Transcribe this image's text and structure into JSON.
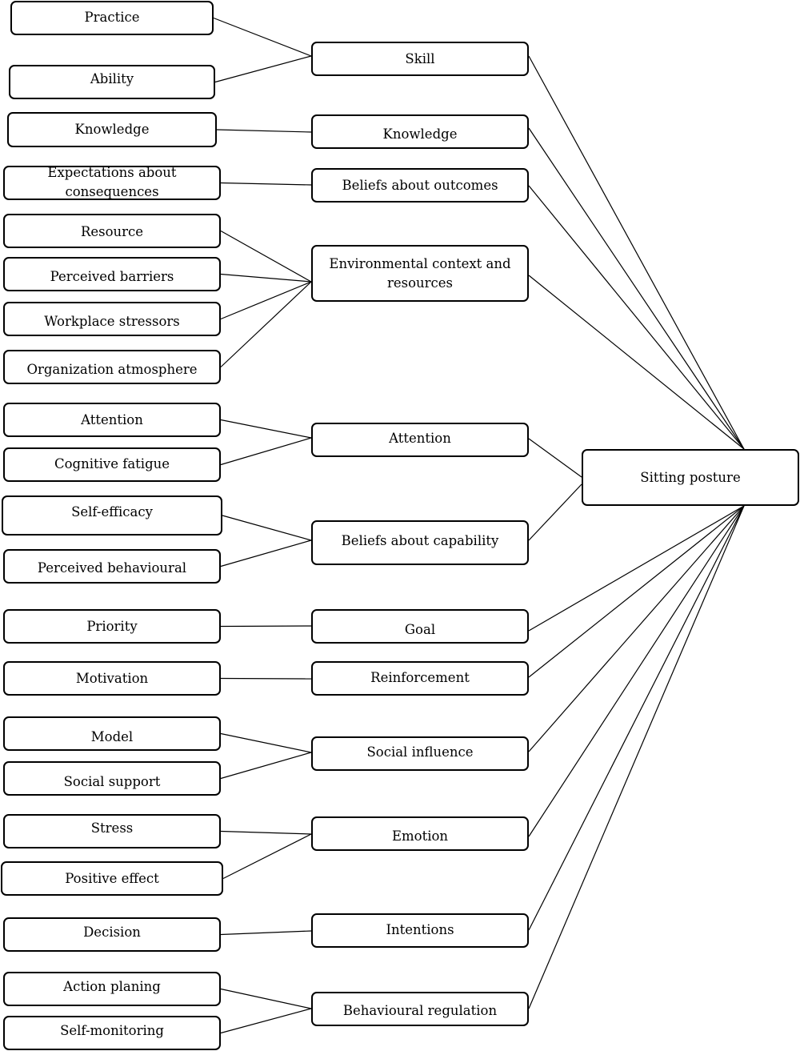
{
  "diagram": {
    "target": {
      "id": "sitting-posture",
      "label": "Sitting posture"
    },
    "domains": [
      {
        "id": "skill",
        "label": "Skill",
        "factors": [
          {
            "id": "practice",
            "label": "Practice"
          },
          {
            "id": "ability",
            "label": "Ability"
          }
        ]
      },
      {
        "id": "knowledge",
        "label": "Knowledge",
        "factors": [
          {
            "id": "knowledge-factor",
            "label": "Knowledge"
          }
        ]
      },
      {
        "id": "beliefs-outcomes",
        "label": "Beliefs about outcomes",
        "factors": [
          {
            "id": "expectations",
            "label": "Expectations about consequences"
          }
        ]
      },
      {
        "id": "environmental-context",
        "label": "Environmental context and resources",
        "factors": [
          {
            "id": "resource",
            "label": "Resource"
          },
          {
            "id": "perceived-barriers",
            "label": "Perceived barriers"
          },
          {
            "id": "workplace-stressors",
            "label": "Workplace stressors"
          },
          {
            "id": "organization-atmosphere",
            "label": "Organization atmosphere"
          }
        ]
      },
      {
        "id": "attention",
        "label": "Attention",
        "factors": [
          {
            "id": "attention-factor",
            "label": "Attention"
          },
          {
            "id": "cognitive-fatigue",
            "label": "Cognitive fatigue"
          }
        ]
      },
      {
        "id": "beliefs-capability",
        "label": "Beliefs about capability",
        "factors": [
          {
            "id": "self-efficacy",
            "label": "Self-efficacy"
          },
          {
            "id": "perceived-behavioural",
            "label": "Perceived behavioural"
          }
        ]
      },
      {
        "id": "goal",
        "label": "Goal",
        "factors": [
          {
            "id": "priority",
            "label": "Priority"
          }
        ]
      },
      {
        "id": "reinforcement",
        "label": "Reinforcement",
        "factors": [
          {
            "id": "motivation",
            "label": "Motivation"
          }
        ]
      },
      {
        "id": "social-influence",
        "label": "Social influence",
        "factors": [
          {
            "id": "model",
            "label": "Model"
          },
          {
            "id": "social-support",
            "label": "Social support"
          }
        ]
      },
      {
        "id": "emotion",
        "label": "Emotion",
        "factors": [
          {
            "id": "stress",
            "label": "Stress"
          },
          {
            "id": "positive-effect",
            "label": "Positive effect"
          }
        ]
      },
      {
        "id": "intentions",
        "label": "Intentions",
        "factors": [
          {
            "id": "decision",
            "label": "Decision"
          }
        ]
      },
      {
        "id": "behavioural-regulation",
        "label": "Behavioural regulation",
        "factors": [
          {
            "id": "action-planing",
            "label": "Action planing"
          },
          {
            "id": "self-monitoring",
            "label": "Self-monitoring"
          }
        ]
      }
    ]
  }
}
